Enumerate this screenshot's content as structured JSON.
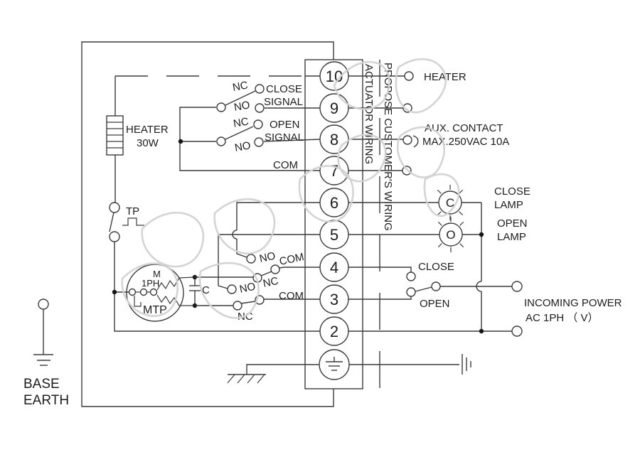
{
  "colors": {
    "line": "#3c3c3c",
    "text": "#1d1d1d",
    "watermark": "#d2d2d2",
    "background": "#ffffff"
  },
  "left": {
    "heater_name": "HEATER",
    "heater_power": "30W",
    "tp_label": "TP",
    "motor_m": "M",
    "motor_phase": "1PH",
    "motor_mtp": "MTP",
    "capacitor_label": "C",
    "base_earth_line1": "BASE",
    "base_earth_line2": "EARTH"
  },
  "signal_switches": {
    "close_nc": "NC",
    "close_no": "NO",
    "close_title_line1": "CLOSE",
    "close_title_line2": "SIGNAL",
    "open_nc": "NC",
    "open_no": "NO",
    "open_title_line1": "OPEN",
    "open_title_line2": "SIGNAL",
    "com_label": "COM"
  },
  "limit_switches": {
    "upper_no": "NO",
    "upper_com": "COM",
    "upper_nc": "NC",
    "lower_no": "NO",
    "lower_com": "COM",
    "lower_nc": "NC"
  },
  "terminal_strip": {
    "terminals": [
      "10",
      "9",
      "8",
      "7",
      "6",
      "5",
      "4",
      "3",
      "2"
    ],
    "actuator_wiring_label": "ACTUATOR WIRING",
    "customer_wiring_label": "PROPOSE CUSTOMER'S WIRING"
  },
  "customer_side": {
    "heater_label": "HEATER",
    "aux_contact_line1": "AUX. CONTACT",
    "aux_contact_line2": "MAX.250VAC 10A",
    "close_lamp_symbol": "C",
    "open_lamp_symbol": "O",
    "close_lamp_line1": "CLOSE",
    "close_lamp_line2": "LAMP",
    "open_lamp_line1": "OPEN",
    "open_lamp_line2": "LAMP",
    "close_switch_label": "CLOSE",
    "open_switch_label": "OPEN",
    "incoming_power_line1": "INCOMING POWER",
    "incoming_power_line2": "AC  1PH （ V）"
  }
}
